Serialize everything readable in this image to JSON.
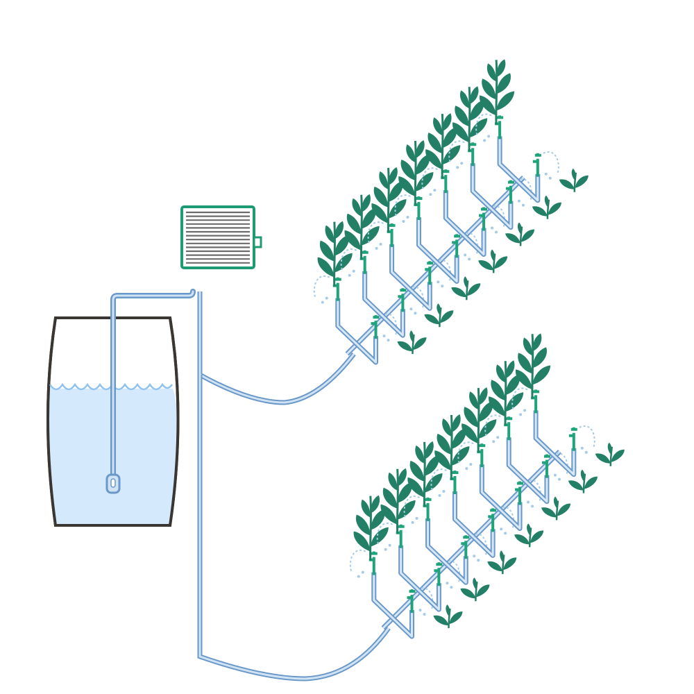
{
  "diagram": {
    "colors": {
      "pipe": "#8ab4dc",
      "pipe_dark": "#6a98c8",
      "water": "#d4e9fb",
      "water_line": "#8fc2ee",
      "tank_outline": "#3a3632",
      "plant": "#238066",
      "dripper": "#1fa37a",
      "drip": "#a5cbe8",
      "pump_outline": "#1f9b74",
      "pump_stripe": "#6b6b6b"
    },
    "components": [
      "water-tank",
      "submersible-pump",
      "drip-controller",
      "upper-drip-manifold",
      "lower-drip-manifold"
    ],
    "icons": [
      "leaf-plant-icon",
      "dripper-stake-icon",
      "water-drop-icon"
    ],
    "plant_counts": {
      "upper_network": 14,
      "lower_network": 14
    }
  }
}
